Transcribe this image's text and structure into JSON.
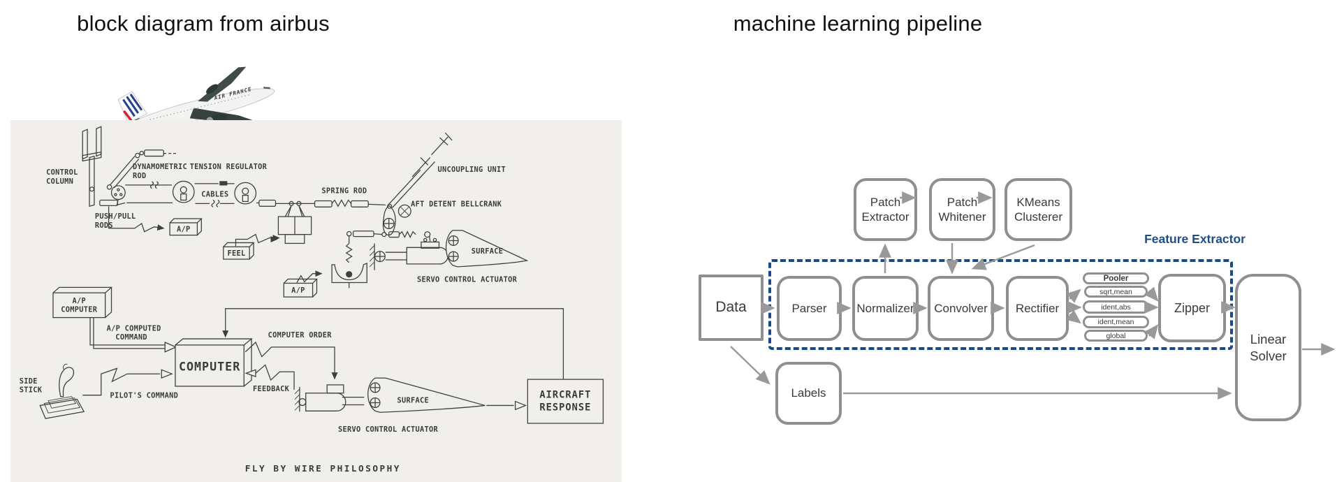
{
  "slide": {
    "left_title": "block diagram from airbus",
    "right_title": "machine learning pipeline"
  },
  "airbus_diagram": {
    "plane_text": "AIR FRANCE",
    "caption": "FLY BY WIRE PHILOSOPHY",
    "labels": {
      "control_column_l1": "CONTROL",
      "control_column_l2": "COLUMN",
      "dynamometric": "DYNAMOMETRIC",
      "rod": "ROD",
      "tension_regulator": "TENSION REGULATOR",
      "cables": "CABLES",
      "push_pull_l1": "PUSH/PULL",
      "push_pull_l2": "RODS",
      "ap_upper": "A/P",
      "feel": "FEEL",
      "spring_rod": "SPRING ROD",
      "uncoupling_unit": "UNCOUPLING UNIT",
      "aft_detent_bellcrank": "AFT DETENT BELLCRANK",
      "surface_upper": "SURFACE",
      "servo_upper": "SERVO CONTROL ACTUATOR",
      "ap_lower": "A/P",
      "ap_computer_l1": "A/P",
      "ap_computer_l2": "COMPUTER",
      "ap_computed_l1": "A/P COMPUTED",
      "ap_computed_l2": "COMMAND",
      "computer_order": "COMPUTER ORDER",
      "computer": "COMPUTER",
      "feedback": "FEEDBACK",
      "side_stick_l1": "SIDE",
      "side_stick_l2": "STICK",
      "pilots_command": "PILOT'S COMMAND",
      "surface_lower": "SURFACE",
      "servo_lower": "SERVO CONTROL ACTUATOR",
      "aircraft_response_l1": "AIRCRAFT",
      "aircraft_response_l2": "RESPONSE"
    }
  },
  "ml_pipeline": {
    "feature_extractor": "Feature Extractor",
    "boxes": {
      "data": "Data",
      "parser": "Parser",
      "normalizer": "Normalizer",
      "convolver": "Convolver",
      "rectifier": "Rectifier",
      "zipper": "Zipper",
      "linear_solver": "Linear Solver",
      "labels": "Labels",
      "patch_extractor": "Patch Extractor",
      "patch_whitener": "Patch Whitener",
      "kmeans_clusterer": "KMeans Clusterer"
    },
    "pooler_pills": [
      "Pooler",
      "sqrt,mean",
      "ident,abs",
      "ident,mean",
      "global"
    ],
    "colors": {
      "accent_blue": "#1d4e8a",
      "box_border": "#8f8f8f",
      "arrow": "#999999"
    }
  }
}
